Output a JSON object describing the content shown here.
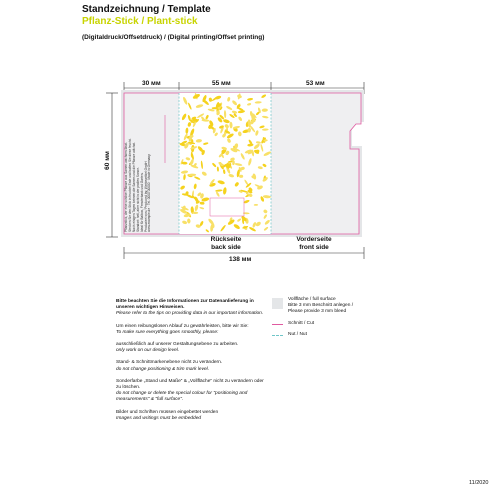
{
  "header": {
    "title": "Standzeichnung / Template",
    "subtitle": "Pflanz-Stick / Plant-stick",
    "print_method": "(Digitaldruck/Offsetdruck) / (Digital printing/Offset printing)"
  },
  "dimensions": {
    "left_width": "30 мм",
    "middle_width": "55 мм",
    "right_width": "53 мм",
    "height": "60 мм",
    "total_width": "138 мм"
  },
  "panels": {
    "back_de": "Rückseite",
    "back_en": "back side",
    "front_de": "Vorderseite",
    "front_en": "front side"
  },
  "back_text": [
    "Pflanzstick, der eine schöne Pflanze aus Samen wachsen lässt.",
    "Stecken Sie den Stick in feuchte Erde und halten Sie diese feucht.",
    "Nach einigen Tagen keimen die Samen und die Pflanze wächst.",
    "Standort: hell, aber nicht in der prallen Sonne.",
    "Ideal für Balkon, Fensterbank und Garten.",
    "Produziert von / Produced by: Werbeartikel GmbH",
    "www.example.de · Tel. 0000 00000 · Made in Germany"
  ],
  "instructions": {
    "heading_de": "Bitte beachten Sie die Informationen zur Datenanlieferung in unseren wichtigen Hinweisen.",
    "heading_en": "Please refer to the tips on providing data in our important information.",
    "p1_de": "Um einen reibungslosen Ablauf zu gewährleisten, bitte wir Sie:",
    "p1_en": "To make sure everything goes smoothly, please:",
    "p2_de": "ausschließlich auf unserer Gestaltungsebene zu arbeiten.",
    "p2_en": "only work on our design level.",
    "p3_de": "Stand- & Schnittmarkenebene nicht zu verändern.",
    "p3_en": "do not change positioning & trim mark level.",
    "p4_de": "Sonderfarbe „Stand und Maße“ & „Vollfläche“ nicht zu verändern oder zu löschen.",
    "p4_en": "do not change or delete the special colour for \"positioning and measurements\" & \"full surface\".",
    "p5_de": "Bilder und Schriften müssen eingebettet werden",
    "p5_en": "Images and writings must be embedded"
  },
  "legend": {
    "full_surface": "Vollfläche / full surface",
    "bleed_de": "Bitte 3 mm Beschnitt anlegen /",
    "bleed_en": "Please provide 3 mm bleed",
    "cut": "Schnitt / Cut",
    "nut": "Nut / Nut"
  },
  "footer": {
    "date": "11/2020"
  },
  "colors": {
    "accent": "#c8d400",
    "cut_line": "#e05aa0",
    "nut_line": "#6fc6c8",
    "full_surface": "#e4e6e8",
    "leaf": "#f5d21e"
  }
}
